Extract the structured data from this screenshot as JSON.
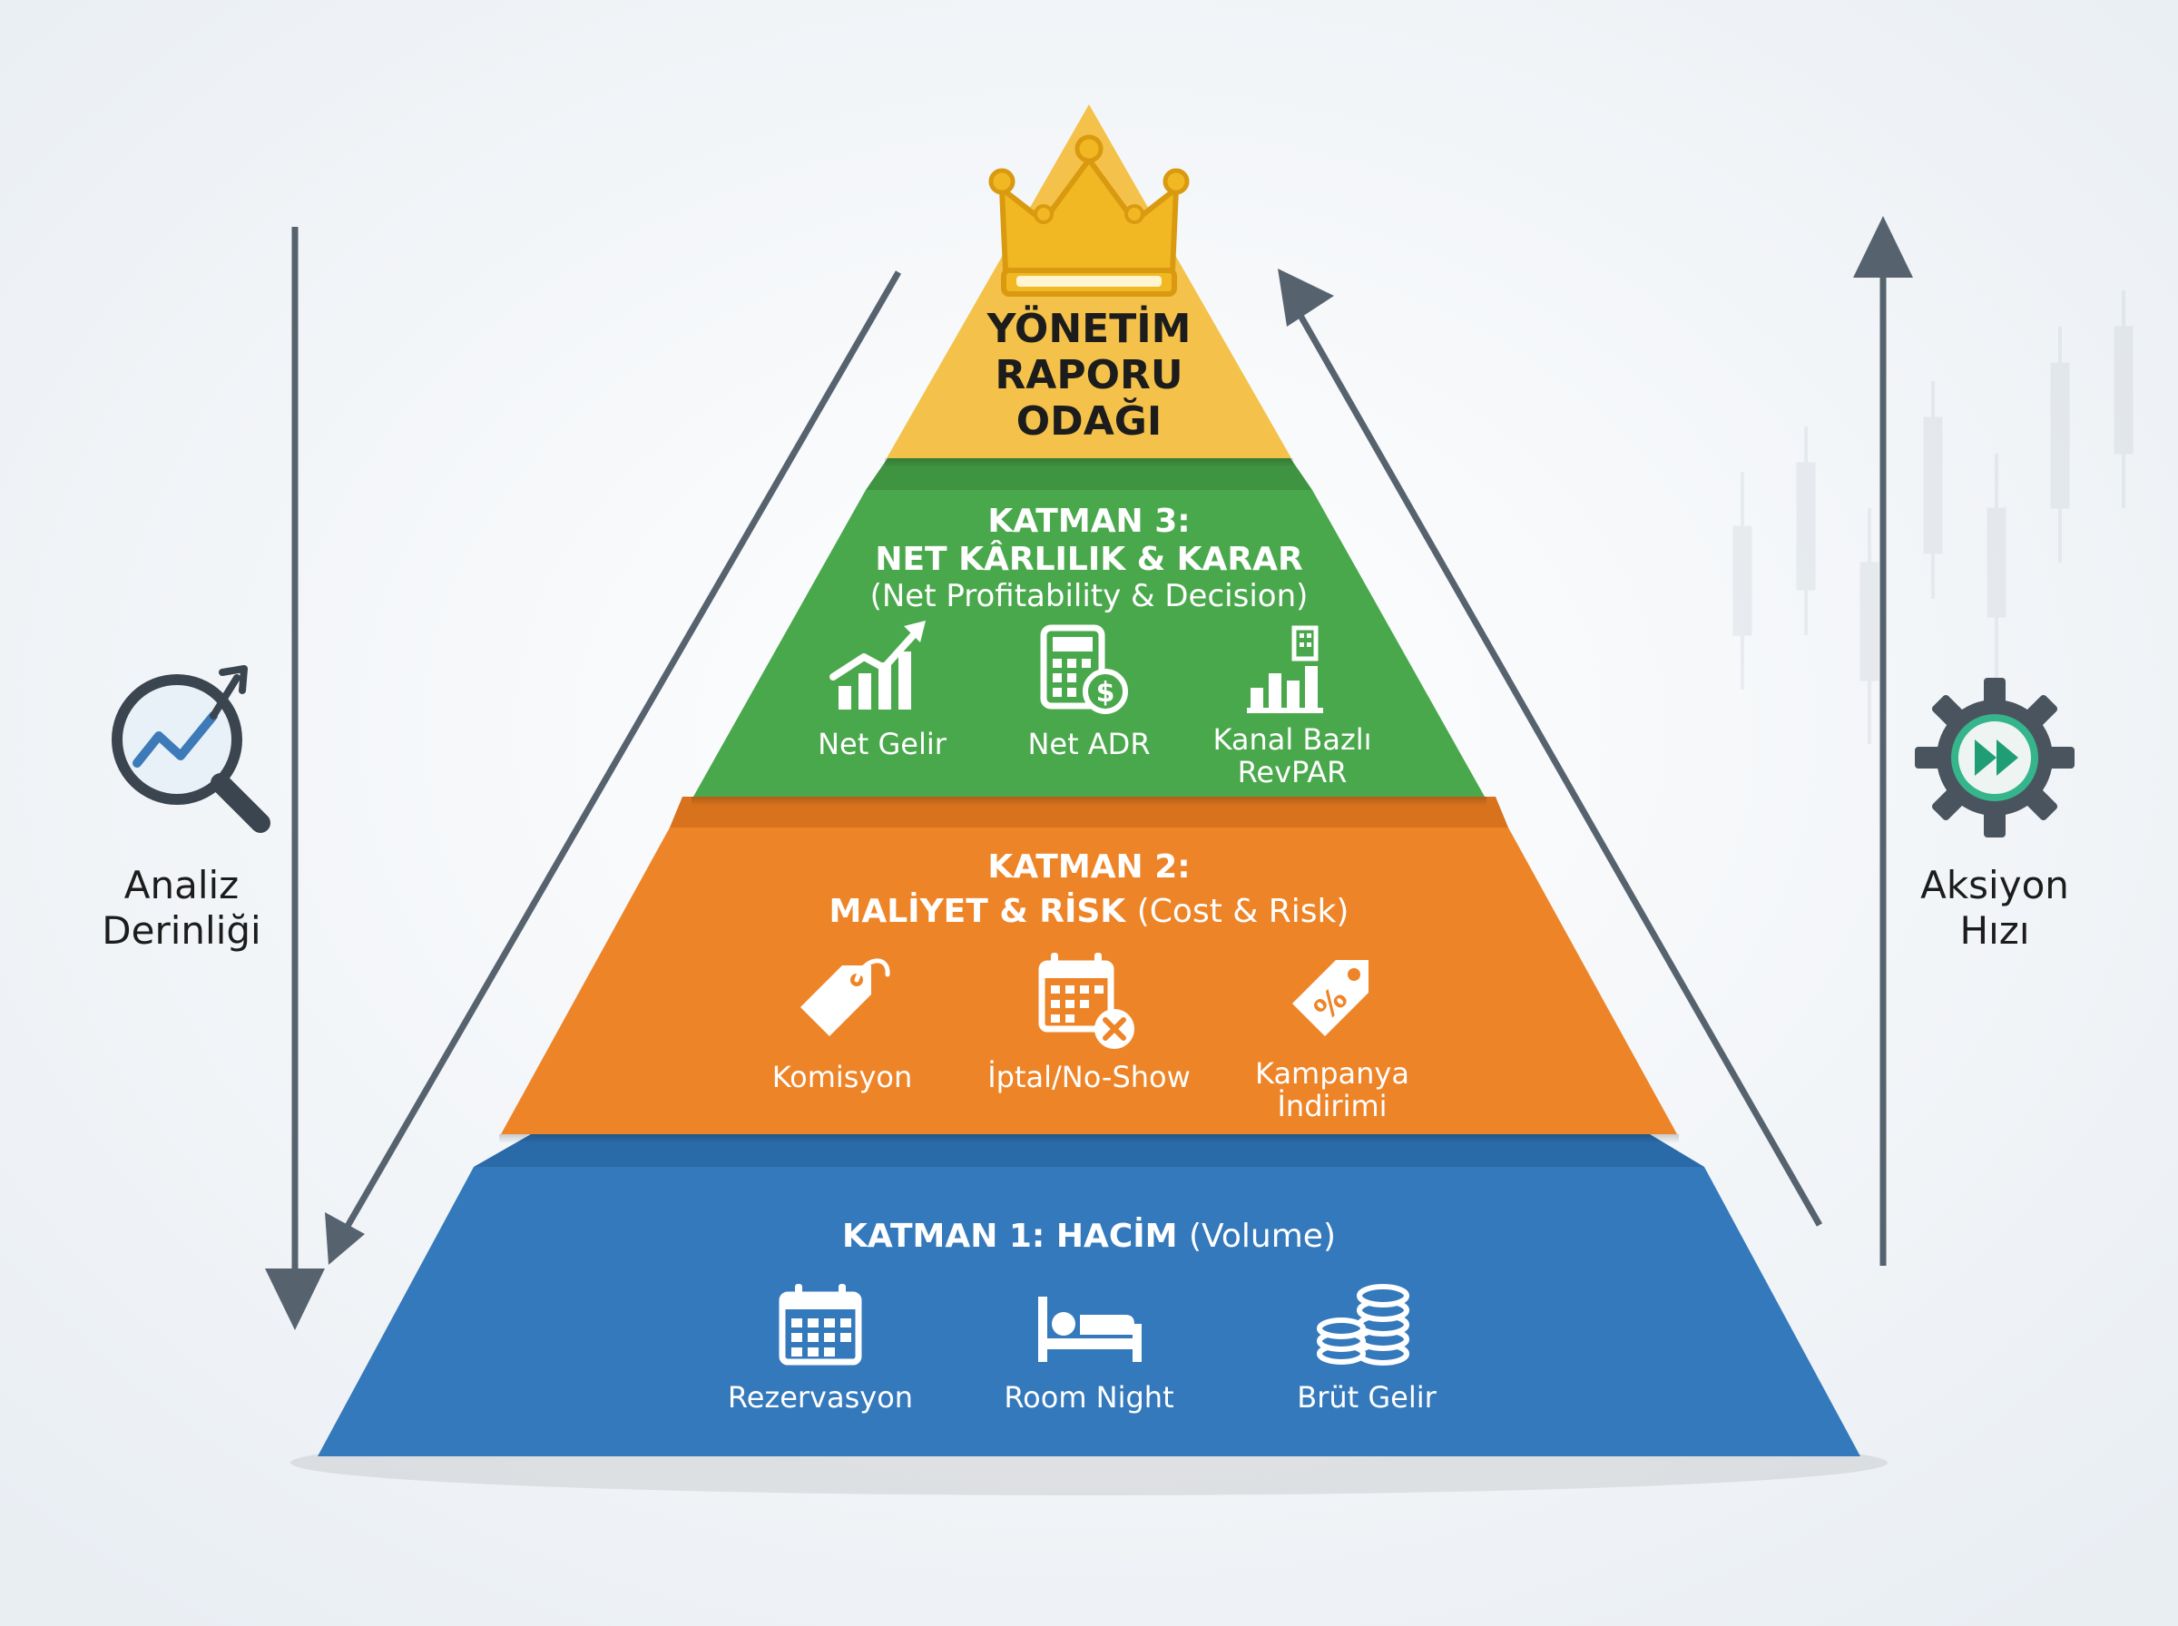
{
  "colors": {
    "background": "#f1f4f7",
    "apex": "#f4c24a",
    "layer3": "#4aa84c",
    "layer2": "#ee8428",
    "layer1": "#3479bc",
    "crown": "#f2b824",
    "arrow": "#56636f",
    "text_dark": "#1c1c1c",
    "text_light": "#ffffff"
  },
  "apex": {
    "line1": "YÖNETİM",
    "line2": "RAPORU",
    "line3": "ODAĞI",
    "icon": "crown-icon"
  },
  "layer3": {
    "title1": "KATMAN 3:",
    "title2": "NET KÂRLILIK & KARAR",
    "subtitle": "(Net Profitability & Decision)",
    "items": [
      {
        "icon": "growth-chart-icon",
        "line1": "Net Gelir",
        "line2": ""
      },
      {
        "icon": "calculator-dollar-icon",
        "line1": "Net ADR",
        "line2": ""
      },
      {
        "icon": "building-chart-icon",
        "line1": "Kanal Bazlı",
        "line2": "RevPAR"
      }
    ]
  },
  "layer2": {
    "title1": "KATMAN 2:",
    "title2_bold": "MALİYET & RİSK",
    "title2_regular": "(Cost & Risk)",
    "items": [
      {
        "icon": "price-tag-icon",
        "line1": "Komisyon",
        "line2": ""
      },
      {
        "icon": "calendar-cancel-icon",
        "line1": "İptal/No-Show",
        "line2": ""
      },
      {
        "icon": "discount-tag-icon",
        "line1": "Kampanya",
        "line2": "İndirimi"
      }
    ]
  },
  "layer1": {
    "title_bold": "KATMAN 1: HACİM",
    "title_regular": "(Volume)",
    "items": [
      {
        "icon": "calendar-icon",
        "line1": "Rezervasyon",
        "line2": ""
      },
      {
        "icon": "bed-icon",
        "line1": "Room Night",
        "line2": ""
      },
      {
        "icon": "coin-stack-icon",
        "line1": "Brüt Gelir",
        "line2": ""
      }
    ]
  },
  "left_axis": {
    "line1": "Analiz",
    "line2": "Derinliği",
    "icon": "magnifier-trend-icon"
  },
  "right_axis": {
    "line1": "Aksiyon",
    "line2": "Hızı",
    "icon": "gear-fast-forward-icon"
  }
}
